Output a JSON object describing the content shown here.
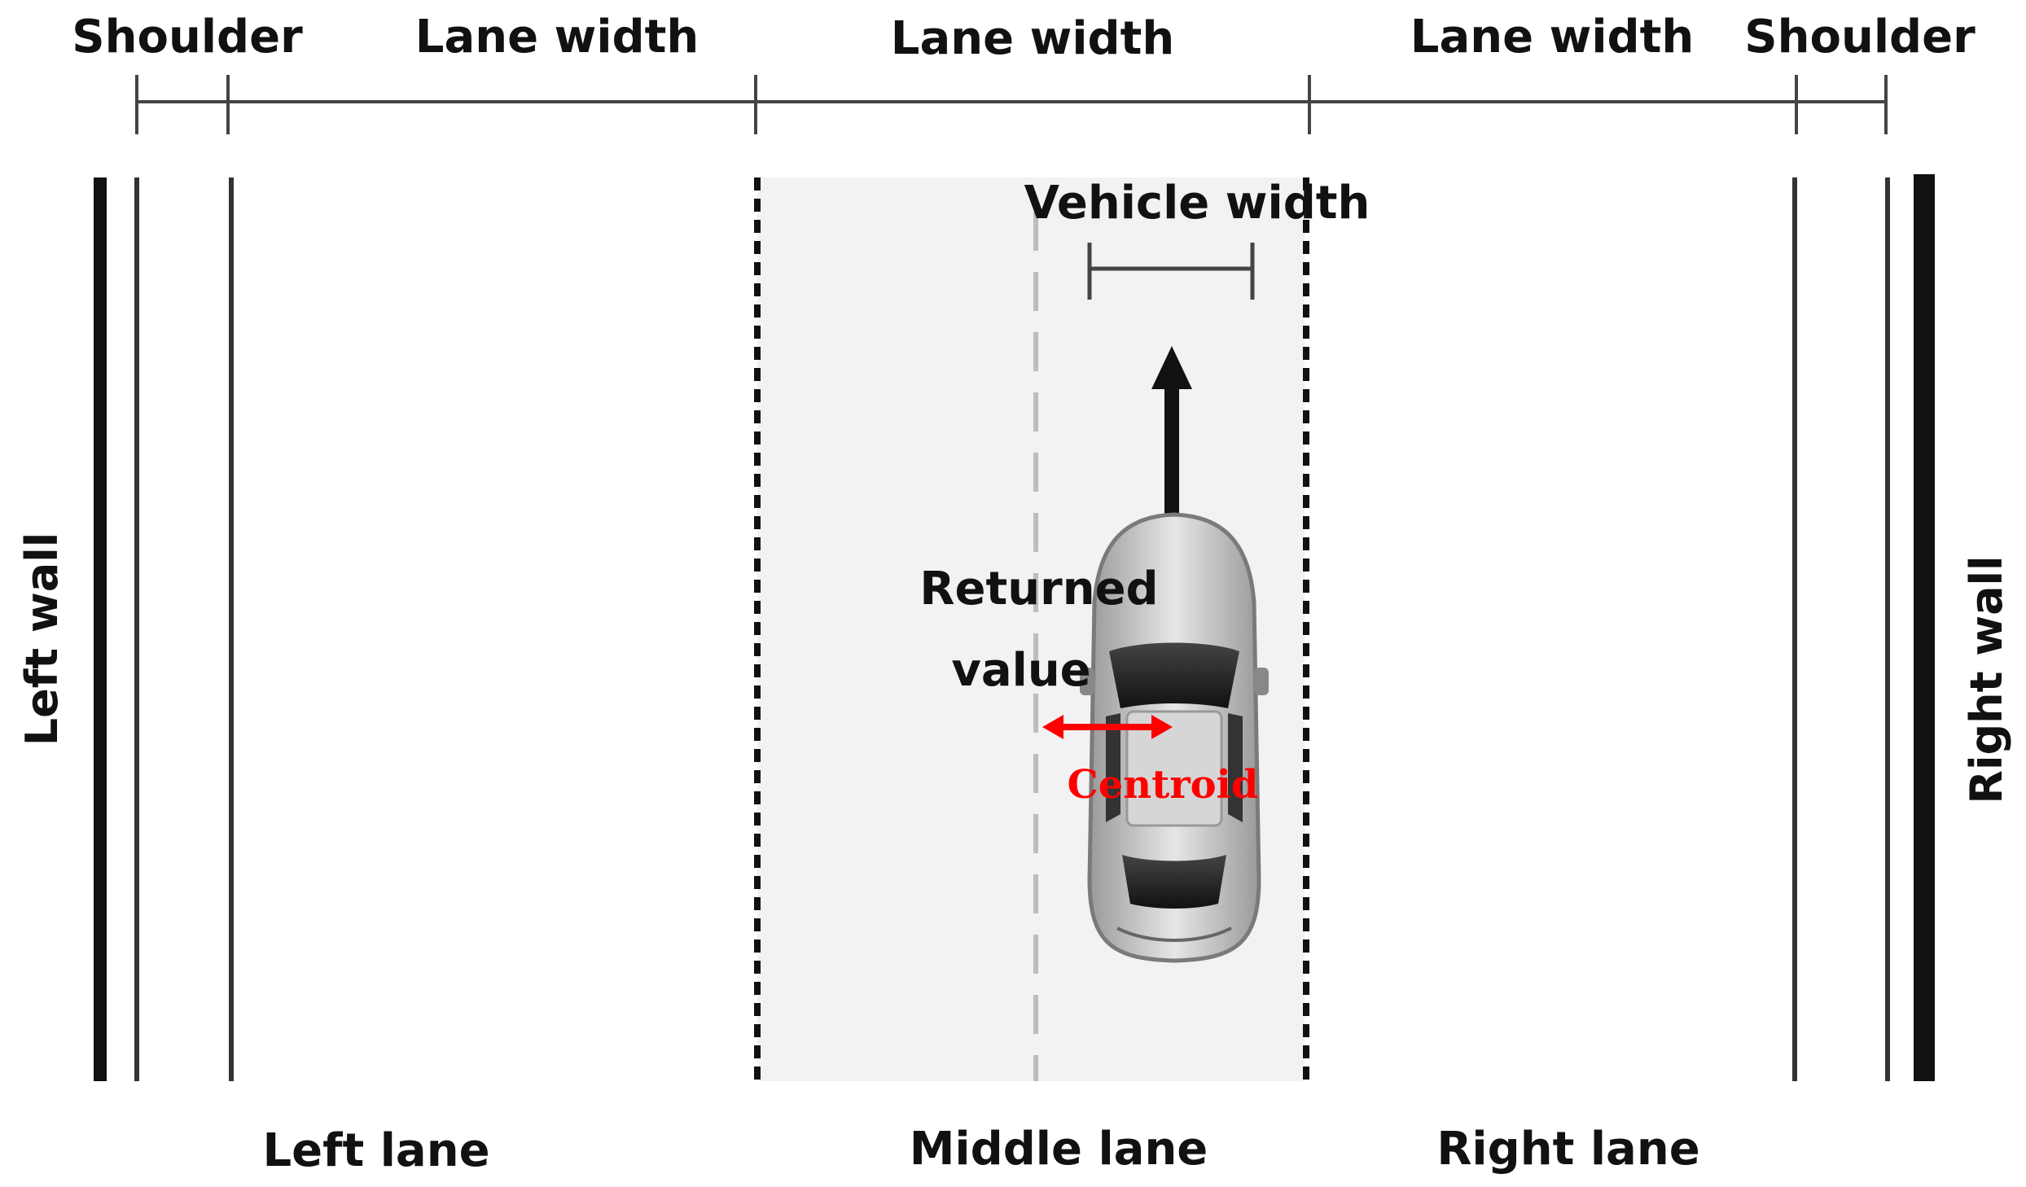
{
  "dimension_labels": {
    "shoulder_left": "Shoulder",
    "lane_width_left": "Lane width",
    "lane_width_middle": "Lane width",
    "lane_width_right": "Lane width",
    "shoulder_right": "Shoulder"
  },
  "vehicle_width_label": "Vehicle width",
  "returned_value_label": [
    "Returned",
    "value"
  ],
  "centroid_label": "Centroid",
  "wall_labels": {
    "left": "Left wall",
    "right": "Right wall"
  },
  "lane_labels": {
    "left": "Left lane",
    "middle": "Middle lane",
    "right": "Right lane"
  },
  "colors": {
    "line": "#111111",
    "middle_lane_fill": "#f2f2f2",
    "dashed_guide": "#bdbdbd",
    "vehicle_body": "#c8c8c8",
    "vehicle_glass": "#222222",
    "accent_red": "#ff0000"
  },
  "icons": {
    "vehicle": "car-top-view-icon",
    "heading_arrow": "arrow-up-icon",
    "offset_arrow": "double-arrow-icon"
  }
}
